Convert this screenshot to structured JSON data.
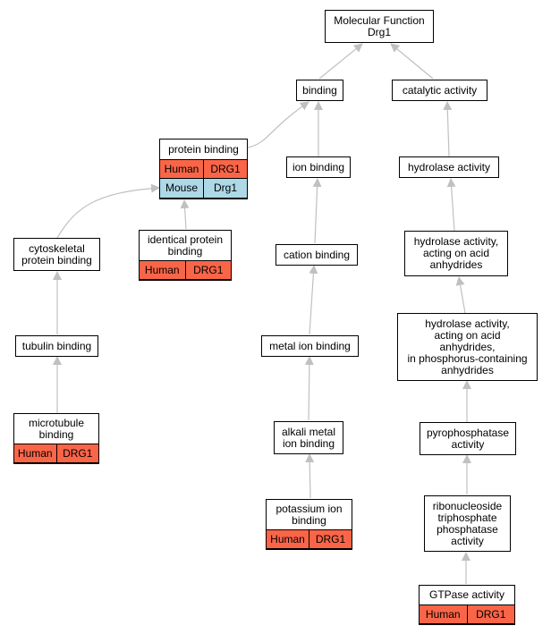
{
  "colors": {
    "human": "#fa6548",
    "mouse": "#add8e6",
    "edge": "#c0c0c0",
    "border": "#000000"
  },
  "nodes": {
    "root": {
      "label": "Molecular Function\nDrg1"
    },
    "binding": {
      "label": "binding"
    },
    "catalytic": {
      "label": "catalytic activity"
    },
    "protein_binding": {
      "label": "protein binding",
      "rows": [
        [
          "Human",
          "DRG1"
        ],
        [
          "Mouse",
          "Drg1"
        ]
      ]
    },
    "ion_binding": {
      "label": "ion binding"
    },
    "hydrolase": {
      "label": "hydrolase activity"
    },
    "cytoskeletal": {
      "label": "cytoskeletal\nprotein binding"
    },
    "identical": {
      "label": "identical protein\nbinding",
      "rows": [
        [
          "Human",
          "DRG1"
        ]
      ]
    },
    "cation": {
      "label": "cation binding"
    },
    "hydrolase_acid": {
      "label": "hydrolase activity,\nacting on acid\nanhydrides"
    },
    "tubulin": {
      "label": "tubulin binding"
    },
    "metal_ion": {
      "label": "metal ion binding"
    },
    "hydrolase_phospho": {
      "label": "hydrolase activity,\nacting on acid\nanhydrides,\nin phosphorus-containing\nanhydrides"
    },
    "microtubule": {
      "label": "microtubule\nbinding",
      "rows": [
        [
          "Human",
          "DRG1"
        ]
      ]
    },
    "alkali": {
      "label": "alkali metal\nion binding"
    },
    "pyrophosphatase": {
      "label": "pyrophosphatase\nactivity"
    },
    "potassium": {
      "label": "potassium ion\nbinding",
      "rows": [
        [
          "Human",
          "DRG1"
        ]
      ]
    },
    "ribonucleoside": {
      "label": "ribonucleoside\ntriphosphate\nphosphatase\nactivity"
    },
    "gtpase": {
      "label": "GTPase activity",
      "rows": [
        [
          "Human",
          "DRG1"
        ]
      ]
    }
  }
}
